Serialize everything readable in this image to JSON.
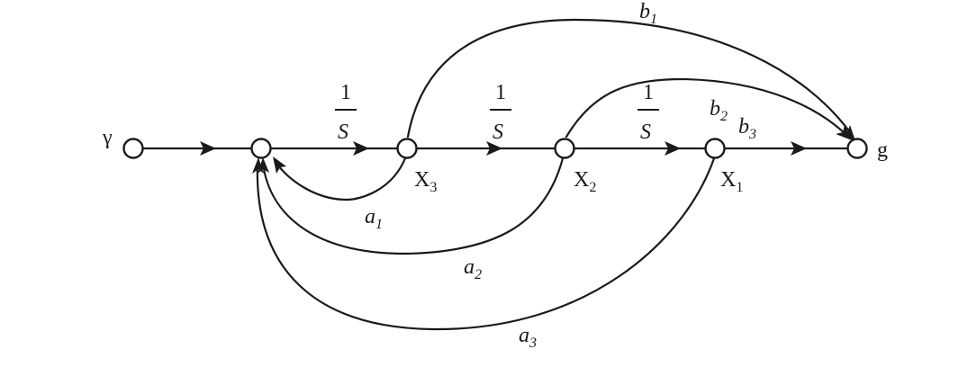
{
  "nodes": {
    "input": "γ",
    "x3": {
      "main": "X",
      "sub": "3"
    },
    "x2": {
      "main": "X",
      "sub": "2"
    },
    "x1": {
      "main": "X",
      "sub": "1"
    },
    "output": "g"
  },
  "gains": {
    "integrator_numerator": "1",
    "integrator_denominator": "S",
    "a1": {
      "main": "a",
      "sub": "1"
    },
    "a2": {
      "main": "a",
      "sub": "2"
    },
    "a3": {
      "main": "a",
      "sub": "3"
    },
    "b1": {
      "main": "b",
      "sub": "1"
    },
    "b2": {
      "main": "b",
      "sub": "2"
    },
    "b3": {
      "main": "b",
      "sub": "3"
    }
  }
}
